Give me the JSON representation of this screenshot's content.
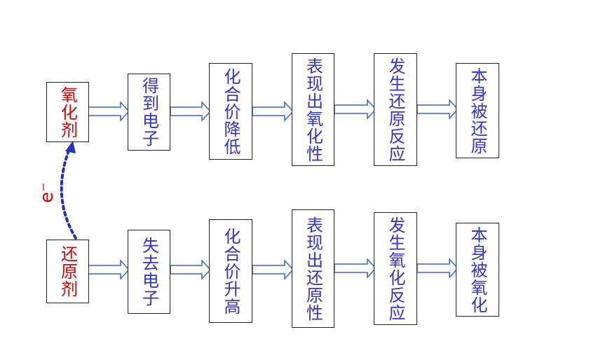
{
  "colors": {
    "agent": "#e00000",
    "process": "#3333cc",
    "arrow": "#3366cc",
    "electron": "#2233bb"
  },
  "electron_label": "e⁻",
  "top_row": [
    {
      "label": "氧化剂",
      "role": "agent"
    },
    {
      "label": "得到电子",
      "role": "process"
    },
    {
      "label": "化合价降低",
      "role": "process"
    },
    {
      "label": "表现出氧化性",
      "role": "process"
    },
    {
      "label": "发生还原反应",
      "role": "process"
    },
    {
      "label": "本身被还原",
      "role": "process"
    }
  ],
  "bottom_row": [
    {
      "label": "还原剂",
      "role": "agent"
    },
    {
      "label": "失去电子",
      "role": "process"
    },
    {
      "label": "化合价升高",
      "role": "process"
    },
    {
      "label": "表现出还原性",
      "role": "process"
    },
    {
      "label": "发生氧化反应",
      "role": "process"
    },
    {
      "label": "本身被氧化",
      "role": "process"
    }
  ]
}
